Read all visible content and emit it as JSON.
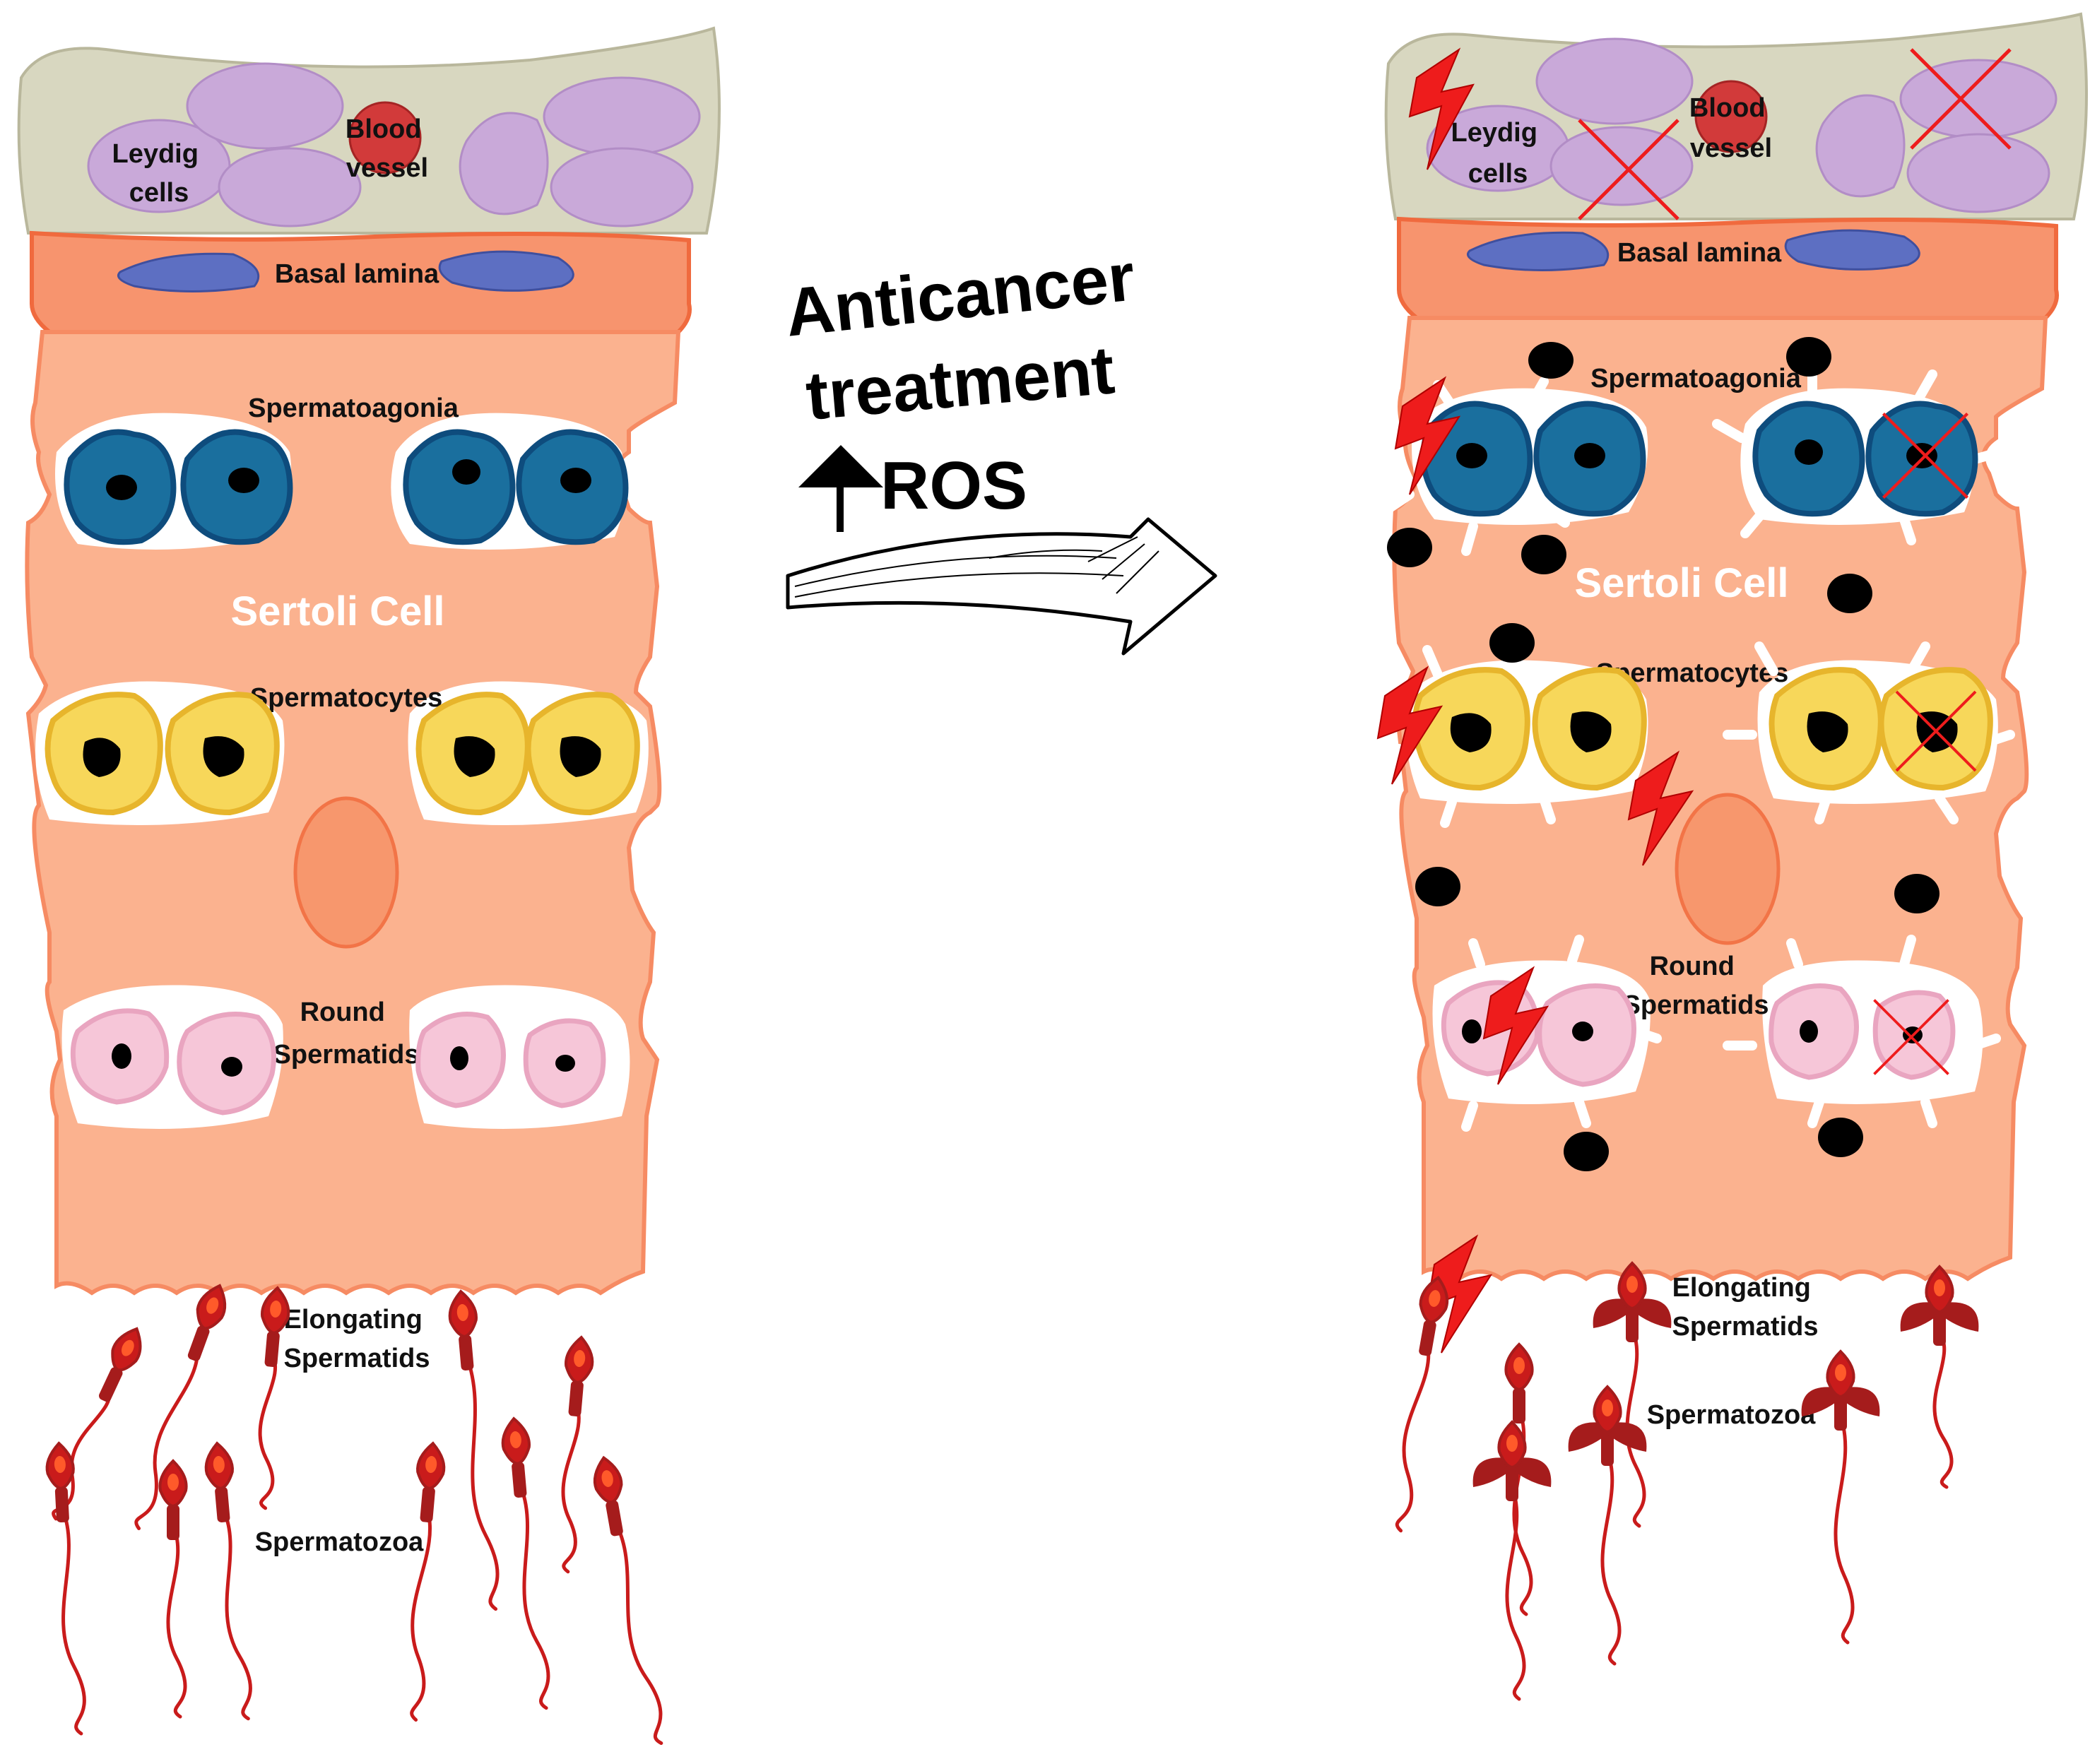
{
  "colors": {
    "interstitium": "#d8d7c0",
    "sertoli": "#fbb28f",
    "sertoli_edge": "#f68b63",
    "basal_band": "#f7946e",
    "leydig": "#c9a9d9",
    "blood_vessel": "#d23a3a",
    "basal_cell": "#5d6fc2",
    "spermatogonia": "#1a6f9e",
    "spermatogonia_edge": "#0e4c7d",
    "spermatocyte": "#f7d75a",
    "spermatocyte_edge": "#e7b52c",
    "round_spermatid": "#f6c6d8",
    "round_spermatid_edge": "#e9a5c0",
    "sperm": "#c91b1b",
    "sperm_dark": "#a51c1c",
    "damage_red": "#ee1c1c",
    "ros_dot": "#000000"
  },
  "labels": {
    "leydig": [
      "Leydig",
      "cells"
    ],
    "blood": [
      "Blood",
      "vessel"
    ],
    "basal_lamina": "Basal lamina",
    "spermatogonia": "Spermatoagonia",
    "sertoli_cell": "Sertoli Cell",
    "spermatocytes": "Spermatocytes",
    "round_spermatids": [
      "Round",
      "Spermatids"
    ],
    "elongating_spermatids": [
      "Elongating",
      "Spermatids"
    ],
    "spermatozoa": "Spermatozoa"
  },
  "treatment": {
    "line1": "Anticancer",
    "line2": "treatment",
    "ros": "ROS"
  }
}
